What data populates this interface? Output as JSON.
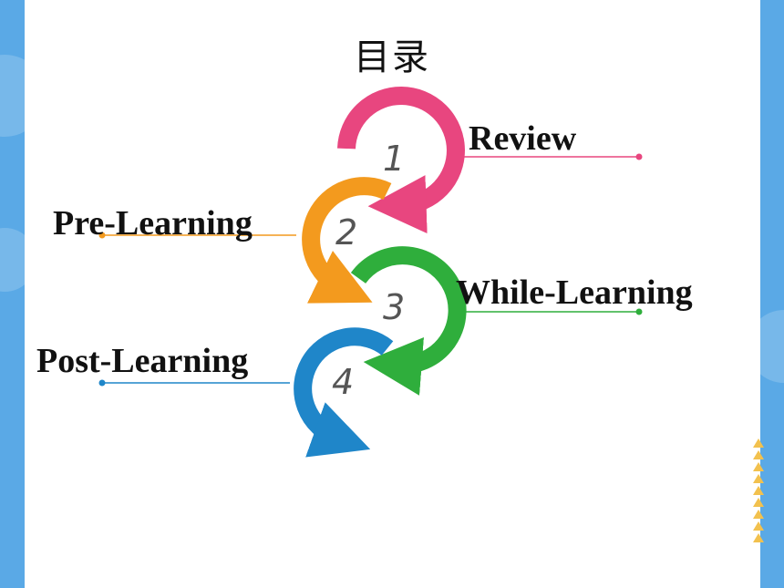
{
  "title": "目录",
  "items": [
    {
      "number": "1",
      "label": "Review",
      "color": "#e8467f"
    },
    {
      "number": "2",
      "label": "Pre-Learning",
      "color": "#f39a1e"
    },
    {
      "number": "3",
      "label": "While-Learning",
      "color": "#2fae3c"
    },
    {
      "number": "4",
      "label": "Post-Learning",
      "color": "#1f86c9"
    }
  ],
  "colors": {
    "background": "#5aa9e6",
    "panel": "#ffffff",
    "ornament": "#f2c14e"
  },
  "icons": [
    "curved-arrow-icon",
    "triangle-stack-icon"
  ]
}
